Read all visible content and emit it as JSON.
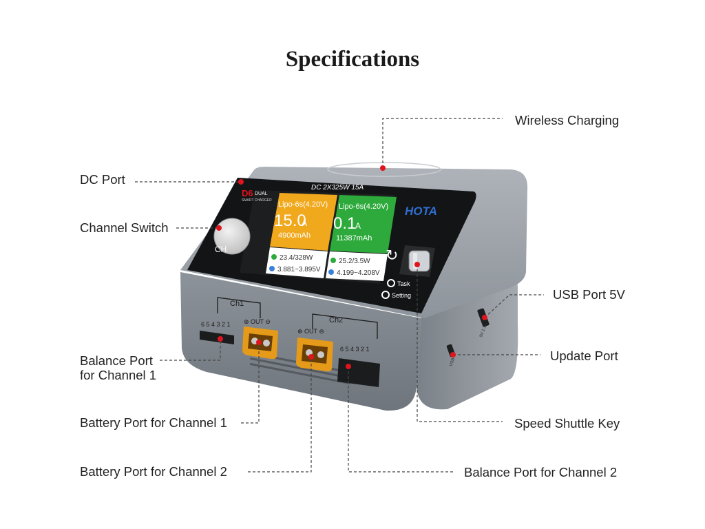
{
  "title": "Specifications",
  "callouts": {
    "wireless": "Wireless Charging",
    "dc_port": "DC Port",
    "channel_switch": "Channel Switch",
    "usb_port": "USB Port 5V",
    "update_port": "Update Port",
    "balance_ch1_line1": "Balance Port",
    "balance_ch1_line2": "for Channel 1",
    "battery_ch1": "Battery Port for Channel 1",
    "speed_key": "Speed Shuttle Key",
    "battery_ch2": "Battery Port for Channel 2",
    "balance_ch2": "Balance Port for Channel 2"
  },
  "device": {
    "screen_header": "DC 2X325W 15A",
    "model": "D6",
    "model_suffix": "DUAL",
    "model_sub": "SMART CHARGER",
    "brand": "HOTA",
    "ch_button": "CH",
    "task_label": "Task",
    "setting_label": "Setting",
    "ch1": {
      "label": "Ch1",
      "battery": "Lipo-6s(4.20V)",
      "current": "15.0",
      "unit": "A",
      "capacity": "4900mAh",
      "power": "23.4/328W",
      "voltage": "3.881~3.895V",
      "color": "#f0a81c"
    },
    "ch2": {
      "label": "Ch2",
      "battery": "Lipo-6s(4.20V)",
      "current": "0.1",
      "unit": "A",
      "capacity": "11387mAh",
      "power": "25.2/3.5W",
      "voltage": "4.199~4.208V",
      "color": "#2eaa3c"
    },
    "out_label": "OUT",
    "balance_pins": "6 5 4 3 2 1",
    "side_usb": "5V 2.1A",
    "side_update": "USB"
  },
  "colors": {
    "body": "#8a8f96",
    "marker": "#e0141e",
    "xt60": "#e59a1a"
  }
}
